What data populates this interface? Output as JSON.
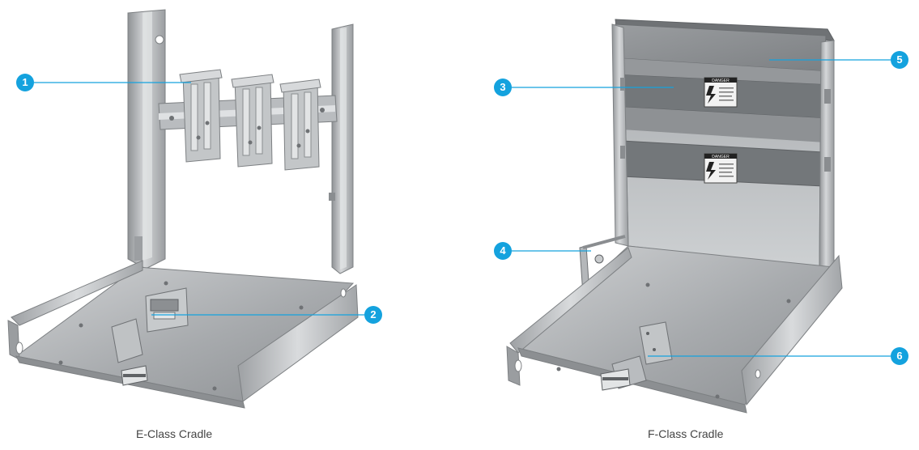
{
  "cradles": [
    {
      "caption": "E-Class Cradle"
    },
    {
      "caption": "F-Class Cradle"
    }
  ],
  "callouts": [
    {
      "number": "1"
    },
    {
      "number": "2"
    },
    {
      "number": "3"
    },
    {
      "number": "4"
    },
    {
      "number": "5"
    },
    {
      "number": "6"
    }
  ],
  "danger_label": "DANGER",
  "colors": {
    "callout_accent": "#14a2de",
    "metal_light": "#d2d4d6",
    "metal_mid": "#a9acaf",
    "metal_dark": "#7f8386",
    "cover_gray": "#8a8d90",
    "cover_band": "#767a7d"
  }
}
